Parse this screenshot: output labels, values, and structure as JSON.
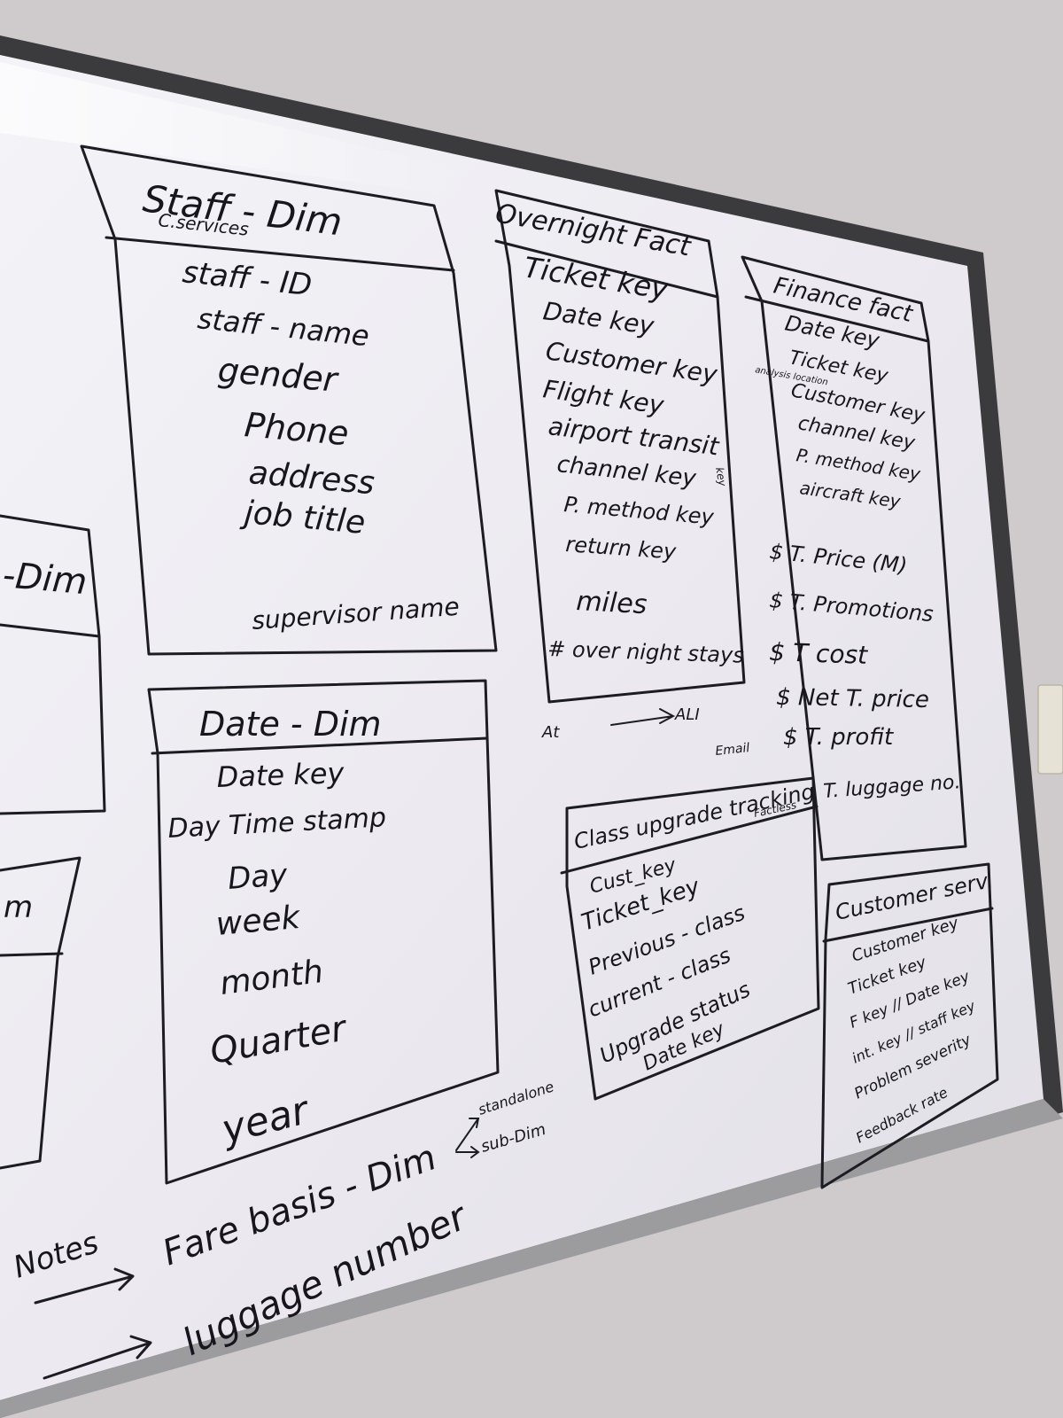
{
  "staff_dim": {
    "title": "Staff - Dim",
    "title_prefix": "C.services",
    "fields": [
      "staff - ID",
      "staff - name",
      "gender",
      "Phone",
      "address",
      "job title",
      "supervisor name"
    ]
  },
  "overnight_fact": {
    "title": "Overnight Fact",
    "fields": [
      "Ticket key",
      "Date key",
      "Customer key",
      "Flight key",
      "airport transit",
      "channel key",
      "P. method key",
      "return key",
      "miles",
      "# over night stays"
    ],
    "transit_suffix": "key"
  },
  "finance_fact": {
    "title": "Finance fact",
    "fields": [
      "Date key",
      "Ticket key",
      "Customer key",
      "channel key",
      "P. method key",
      "aircraft key"
    ],
    "margin_note": "analysis location",
    "measures": [
      "$ T. Price (M)",
      "$ T. Promotions",
      "$ T cost",
      "$ Net T. price",
      "$ T. profit",
      "T. luggage no."
    ]
  },
  "date_dim": {
    "title": "Date - Dim",
    "fields": [
      "Date key",
      "Day Time stamp",
      "Day",
      "week",
      "month",
      "Quarter",
      "year"
    ]
  },
  "class_upgrade": {
    "title": "Class upgrade tracking",
    "subtitle": "Factless",
    "fields": [
      "Cust_key",
      "Ticket_key",
      "Previous - class",
      "current - class",
      "Upgrade status",
      "Date key"
    ]
  },
  "customer_serv": {
    "title": "Customer serv.",
    "fields": [
      "Customer key",
      "Ticket key",
      "F key // Date key",
      "int. key // staff key",
      "Problem severity",
      "Feedback rate"
    ]
  },
  "left_partial": {
    "label_1": "-Dim",
    "label_2": "m"
  },
  "annotations": {
    "at": "At",
    "arrow_label": "ALI",
    "email": "Email",
    "fare_basis": "Fare basis - Dim",
    "standalone": "standalone",
    "sub_dim": "sub-Dim",
    "luggage_number": "luggage number",
    "notes": "Notes"
  },
  "colors": {
    "ink": "#1c1c22",
    "board": "#eeedf2",
    "frame": "#3b3a3c",
    "wall": "#cbc7c8"
  }
}
